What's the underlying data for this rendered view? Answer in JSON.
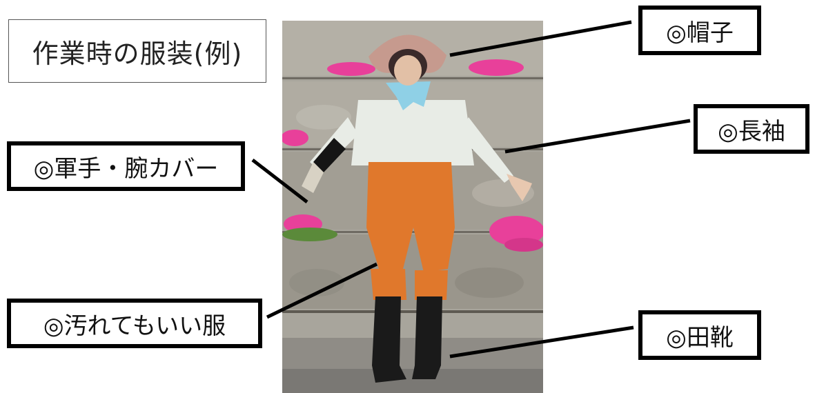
{
  "title": "作業時の服装(例)",
  "callouts": {
    "hat": "◎帽子",
    "long_sleeves": "◎長袖",
    "gloves_arm_covers": "◎軍手・腕カバー",
    "clothes": "◎汚れてもいい服",
    "boots": "◎田靴"
  },
  "colors": {
    "pants": "#e0782c",
    "shirt": "#e8ece6",
    "towel": "#8fd0e6",
    "flowers": "#e8409a",
    "stone": "#a8a59c",
    "boots": "#1a1a1a"
  }
}
